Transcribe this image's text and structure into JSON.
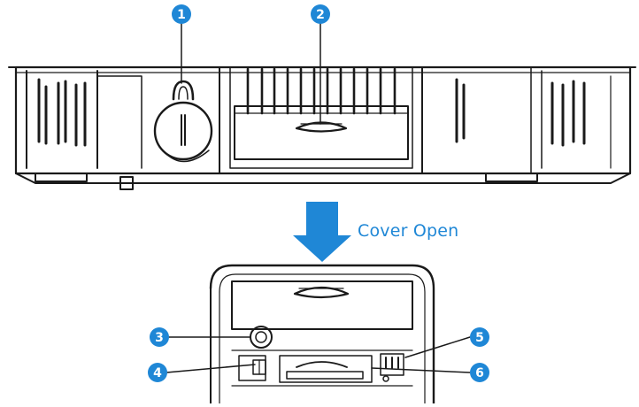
{
  "caption": "Cover Open",
  "colors": {
    "badge": "#1f87d6",
    "arrow": "#1f87d6",
    "line": "#1a1a1a"
  },
  "callouts": [
    {
      "number": "1"
    },
    {
      "number": "2"
    },
    {
      "number": "3"
    },
    {
      "number": "4"
    },
    {
      "number": "5"
    },
    {
      "number": "6"
    }
  ]
}
